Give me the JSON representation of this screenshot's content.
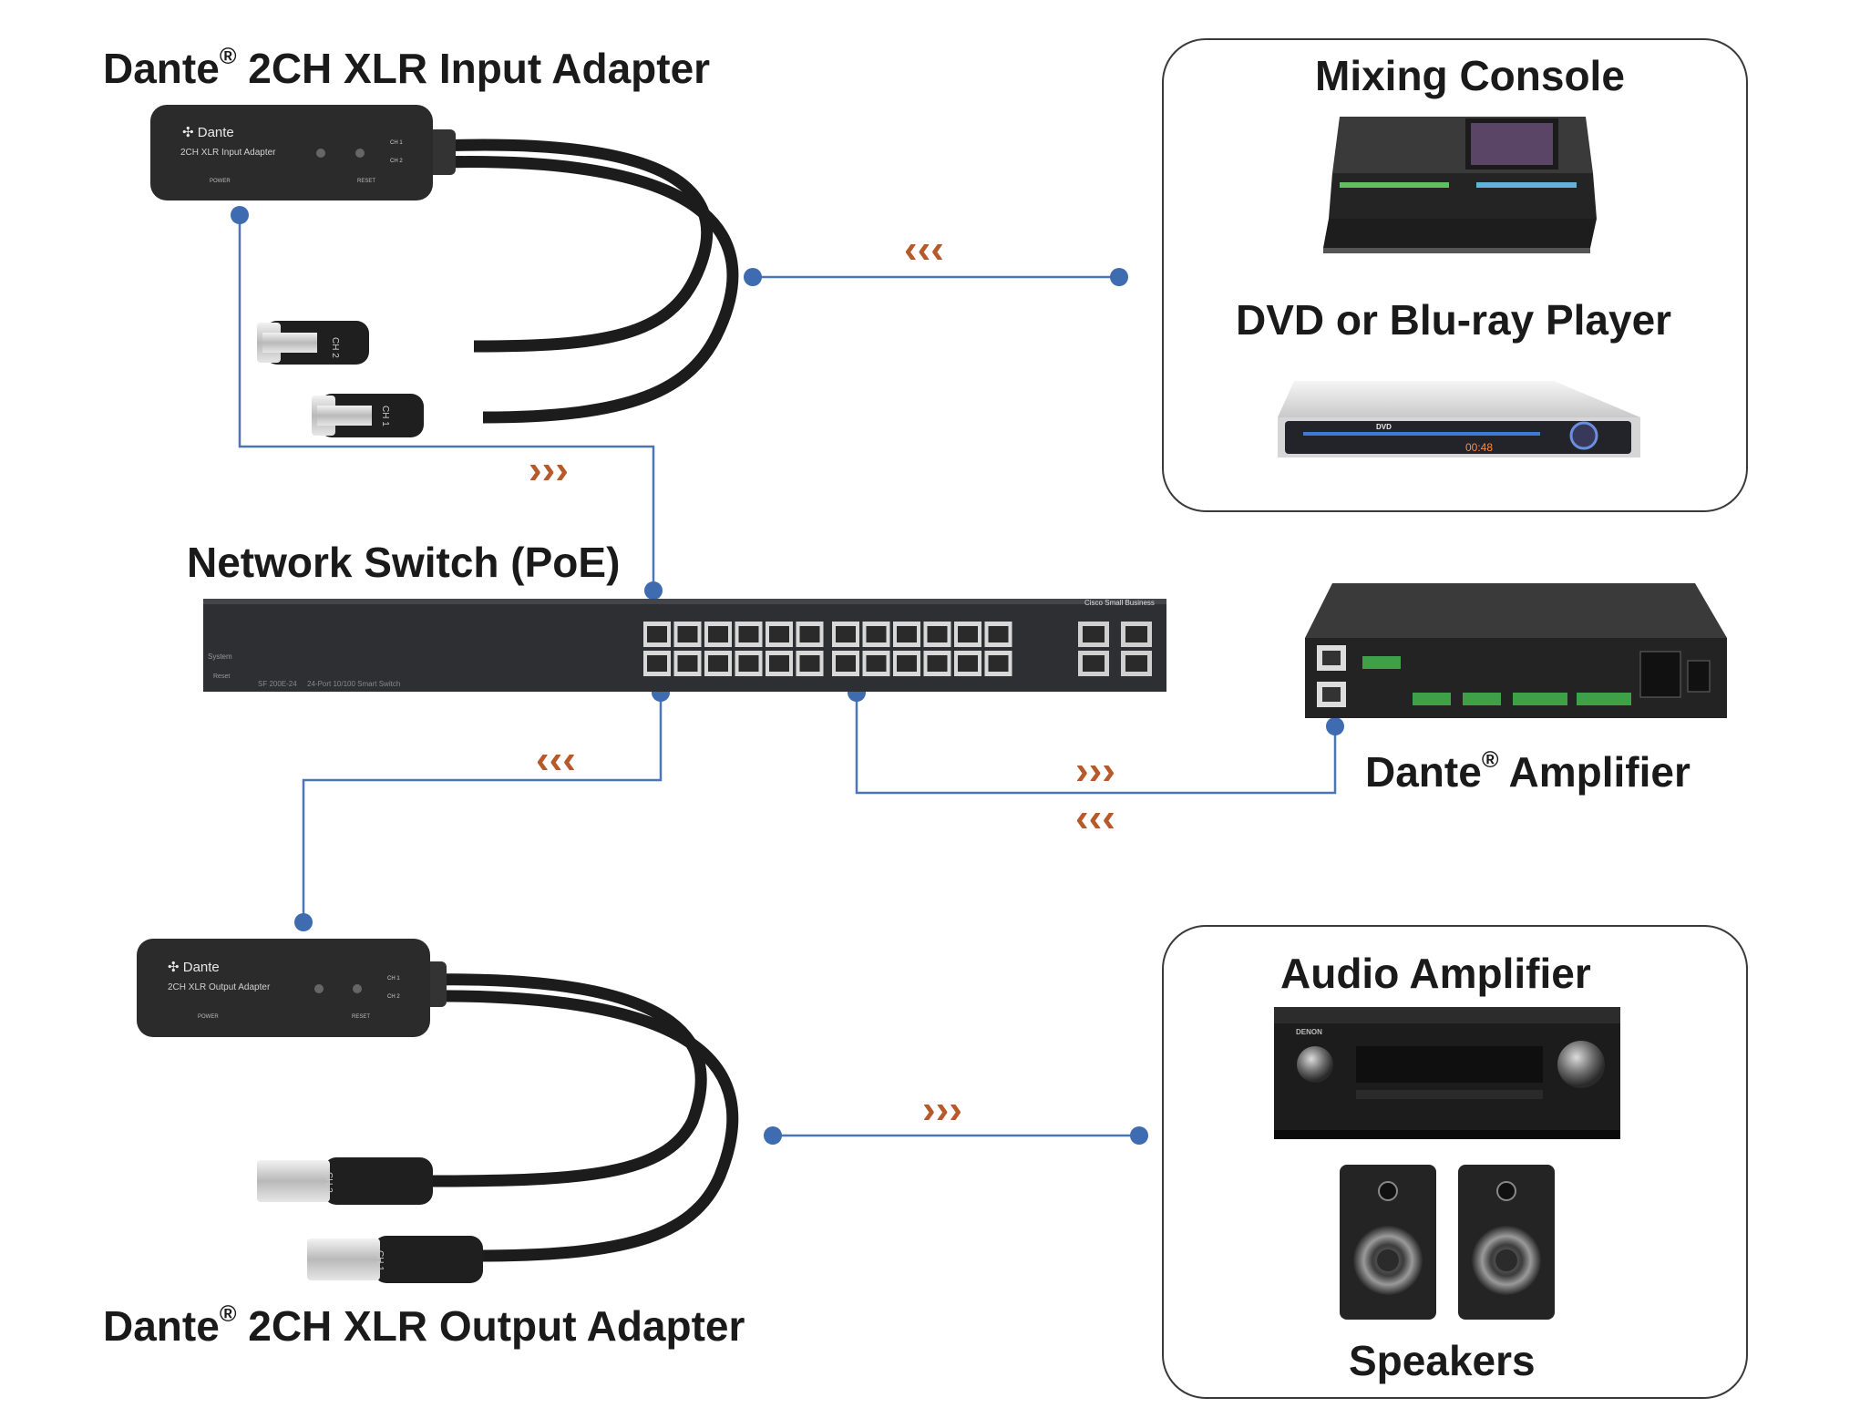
{
  "labels": {
    "input_adapter_brand": "Dante",
    "input_adapter_rest": "2CH XLR Input Adapter",
    "mixing_console": "Mixing Console",
    "dvd_player": "DVD or Blu-ray Player",
    "network_switch": "Network Switch (PoE)",
    "amp_brand": "Dante",
    "amp_rest": "Amplifier",
    "output_adapter_brand": "Dante",
    "output_adapter_rest": "2CH XLR Output Adapter",
    "audio_amplifier": "Audio Amplifier",
    "speakers": "Speakers",
    "registered_mark": "®"
  },
  "device_text": {
    "dante_logo": "Dante",
    "input_device_name": "2CH XLR Input Adapter",
    "output_device_name": "2CH XLR Output Adapter",
    "ch1": "CH 1",
    "ch2": "CH 2",
    "power": "POWER",
    "reset": "RESET",
    "switch_brand": "Cisco Small Business",
    "switch_model": "SF 200E-24",
    "switch_desc": "24-Port 10/100 Smart Switch",
    "switch_system": "System",
    "switch_reset": "Reset",
    "receiver_brand": "DENON",
    "dvd_logo": "DVD",
    "dvd_display": "00:48"
  },
  "arrows": {
    "right": "›››",
    "left": "‹‹‹"
  },
  "colors": {
    "link_line": "#4a76b5",
    "arrow": "#b65a2c",
    "device_dark": "#2b2b2b",
    "panel_border": "#3a3a3a"
  }
}
